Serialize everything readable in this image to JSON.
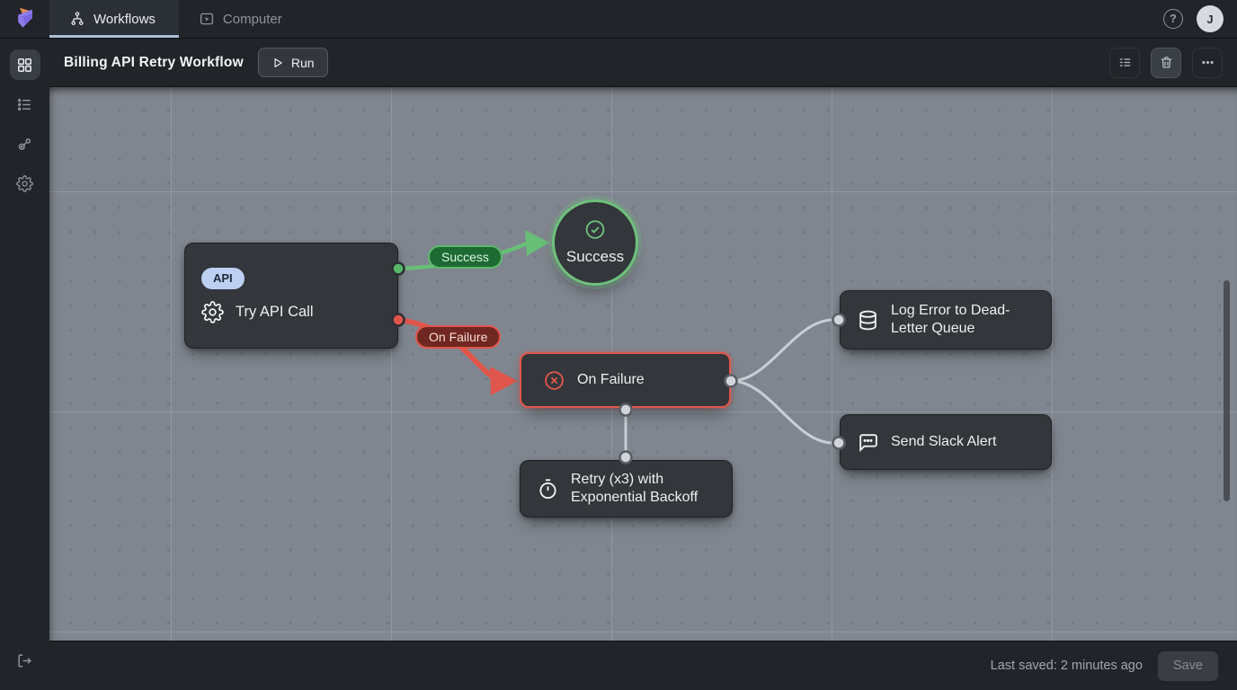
{
  "topbar": {
    "tabs": [
      {
        "label": "Workflows",
        "icon": "workflow-icon",
        "active": true
      },
      {
        "label": "Computer",
        "icon": "computer-icon",
        "active": false
      }
    ],
    "help_glyph": "?",
    "avatar_initial": "J"
  },
  "sidebar": {
    "items": [
      "grid-icon",
      "list-icon",
      "nodes-icon",
      "gear-icon"
    ],
    "active_index": 0,
    "logout_icon": "logout-icon"
  },
  "toolbar": {
    "title": "Billing API Retry Workflow",
    "run_label": "Run",
    "actions": [
      "table-rows-icon",
      "trash-icon",
      "ellipsis-icon"
    ]
  },
  "canvas": {
    "nodes": [
      {
        "id": "try-api-call",
        "badge": "API",
        "label": "Try API Call",
        "icon": "gear-icon"
      },
      {
        "id": "success",
        "label": "Success",
        "icon": "check-circle-icon",
        "shape": "circle"
      },
      {
        "id": "on-failure",
        "label": "On Failure",
        "icon": "x-circle-icon",
        "state": "error"
      },
      {
        "id": "retry",
        "label": "Retry (x3) with Exponential Backoff",
        "icon": "timer-icon"
      },
      {
        "id": "log-error",
        "label": "Log Error to Dead-Letter Queue",
        "icon": "database-icon"
      },
      {
        "id": "send-slack",
        "label": "Send Slack Alert",
        "icon": "chat-bubble-icon"
      }
    ],
    "edge_labels": [
      {
        "label": "Success",
        "type": "success"
      },
      {
        "label": "On Failure",
        "type": "failure"
      }
    ]
  },
  "statusbar": {
    "last_saved": "Last saved: 2 minutes ago",
    "save_label": "Save"
  },
  "colors": {
    "success": "#5cb86c",
    "failure": "#e0564c",
    "api_badge_bg": "#bdd0f2",
    "tab_underline": "#aebfd6",
    "canvas_bg": "#80868f",
    "node_bg": "#33363b",
    "chrome_bg": "#212429"
  }
}
